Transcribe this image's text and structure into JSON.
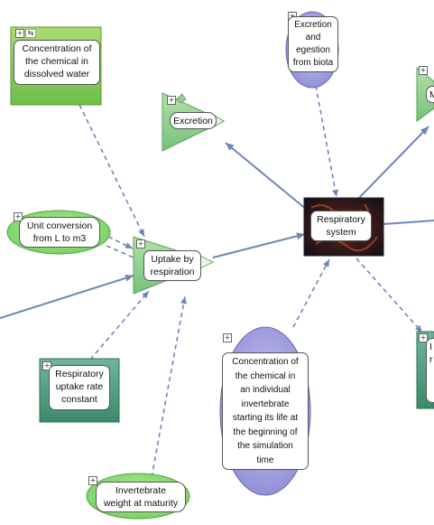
{
  "nodes": {
    "conc_dissolved": {
      "label": "Concentration of\nthe chemical in\ndissolved water",
      "color": "#8fcf5a"
    },
    "excretion_egestion": {
      "label": "Excretion\nand\negestion\nfrom biota",
      "color": "#a9a8e0"
    },
    "excretion": {
      "label": "Excretion",
      "color": "#8fcf84"
    },
    "respiratory_system": {
      "label": "Respiratory\nsystem"
    },
    "unit_conversion": {
      "label": "Unit conversion\nfrom L to m3",
      "color": "#8ee07a"
    },
    "uptake_respiration": {
      "label": "Uptake by\nrespiration",
      "color": "#8fcf84"
    },
    "respiratory_uptake_rate": {
      "label": "Respiratory\nuptake rate\nconstant",
      "color": "#4f9a7c"
    },
    "conc_invertebrate": {
      "label": "Concentration of\nthe chemical in\nan individual\ninvertebrate\nstarting its life at\nthe beginning of\nthe simulation\ntime",
      "color": "#a9a8e0"
    },
    "invertebrate_weight": {
      "label": "Invertebrate\nweight at maturity",
      "color": "#8ee07a"
    },
    "right_top_partial": {
      "label": "M"
    },
    "right_mid_partial": {
      "label": "I\nr"
    }
  },
  "colors": {
    "solid_link": "#6f86b8",
    "dashed_link": "#6f86b8"
  }
}
